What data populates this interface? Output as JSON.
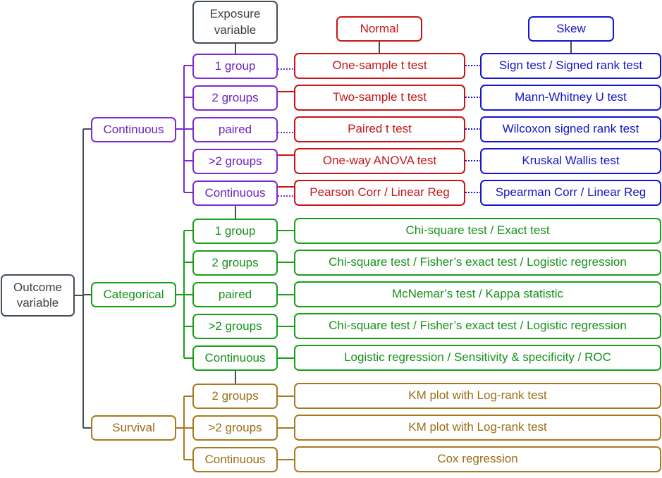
{
  "headers": {
    "outcome": "Outcome\nvariable",
    "exposure": "Exposure\nvariable",
    "normal": "Normal",
    "skew": "Skew"
  },
  "continuous": {
    "label": "Continuous",
    "rows": [
      {
        "group": "1 group",
        "normal": "One-sample t test",
        "skew": "Sign test / Signed rank test"
      },
      {
        "group": "2 groups",
        "normal": "Two-sample t test",
        "skew": "Mann-Whitney U test"
      },
      {
        "group": "paired",
        "normal": "Paired t test",
        "skew": "Wilcoxon signed rank test"
      },
      {
        "group": ">2 groups",
        "normal": "One-way ANOVA test",
        "skew": "Kruskal Wallis test"
      },
      {
        "group": "Continuous",
        "normal": "Pearson Corr / Linear Reg",
        "skew": "Spearman Corr / Linear Reg"
      }
    ]
  },
  "categorical": {
    "label": "Categorical",
    "rows": [
      {
        "group": "1 group",
        "test": "Chi-square test / Exact test"
      },
      {
        "group": "2 groups",
        "test": "Chi-square test / Fisher’s exact test / Logistic regression"
      },
      {
        "group": "paired",
        "test": "McNemar’s test / Kappa statistic"
      },
      {
        "group": ">2 groups",
        "test": "Chi-square test / Fisher’s exact test / Logistic regression"
      },
      {
        "group": "Continuous",
        "test": "Logistic regression / Sensitivity & specificity / ROC"
      }
    ]
  },
  "survival": {
    "label": "Survival",
    "rows": [
      {
        "group": "2 groups",
        "test": "KM plot with  Log-rank test"
      },
      {
        "group": ">2 groups",
        "test": "KM plot with  Log-rank test"
      },
      {
        "group": "Continuous",
        "test": "Cox regression"
      }
    ]
  },
  "colors": {
    "gray": "#444e57",
    "purple": "#7a2bd1",
    "red": "#c81414",
    "blue": "#1414d2",
    "green": "#18a018",
    "brown": "#a87a1e"
  }
}
